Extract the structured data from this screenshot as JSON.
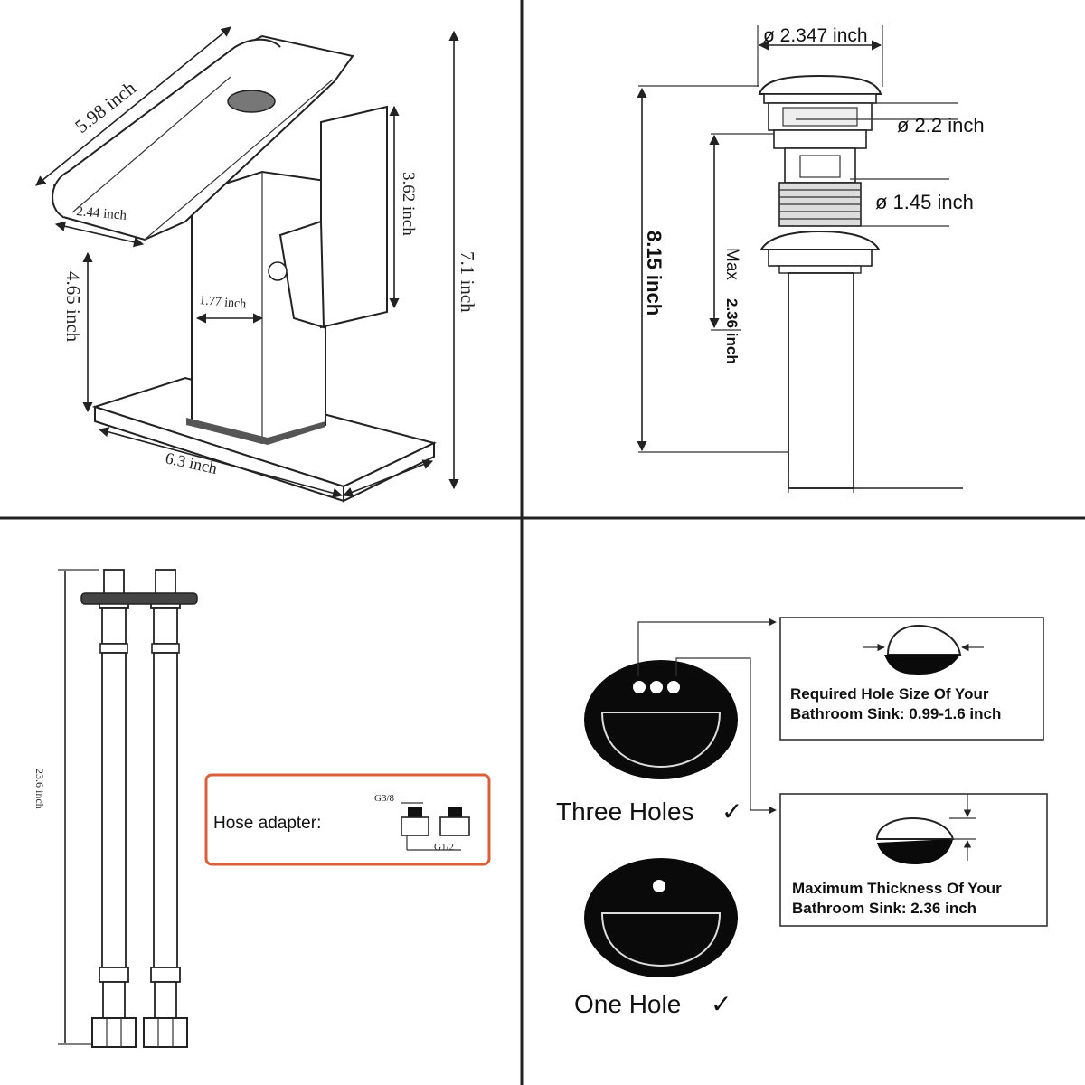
{
  "faucet": {
    "spout_length": "5.98 inch",
    "spout_width": "2.44 inch",
    "handle_height": "3.62 inch",
    "total_height": "7.1 inch",
    "spout_clearance": "4.65 inch",
    "body_width": "1.77 inch",
    "base_length": "6.3 inch"
  },
  "drain": {
    "cap_diameter": "ø 2.347 inch",
    "flange_diameter": "ø 2.2 inch",
    "thread_diameter": "ø 1.45 inch",
    "total_height": "8.15 inch",
    "max_label": "Max",
    "max_value": "2.36 inch"
  },
  "hoses": {
    "length": "23.6 inch",
    "adapter_label": "Hose adapter:",
    "size_a": "G3/8",
    "size_b": "G1/2"
  },
  "sink": {
    "three_holes": "Three Holes",
    "one_hole": "One Hole",
    "check": "✓",
    "hole_size_line1": "Required Hole Size Of Your",
    "hole_size_line2": "Bathroom Sink: 0.99-1.6 inch",
    "thickness_line1": "Maximum Thickness Of Your",
    "thickness_line2": "Bathroom Sink: 2.36 inch"
  },
  "colors": {
    "divider": "#222222",
    "adapter_border": "#d9603a",
    "sink_fill": "#0a0a0a"
  }
}
